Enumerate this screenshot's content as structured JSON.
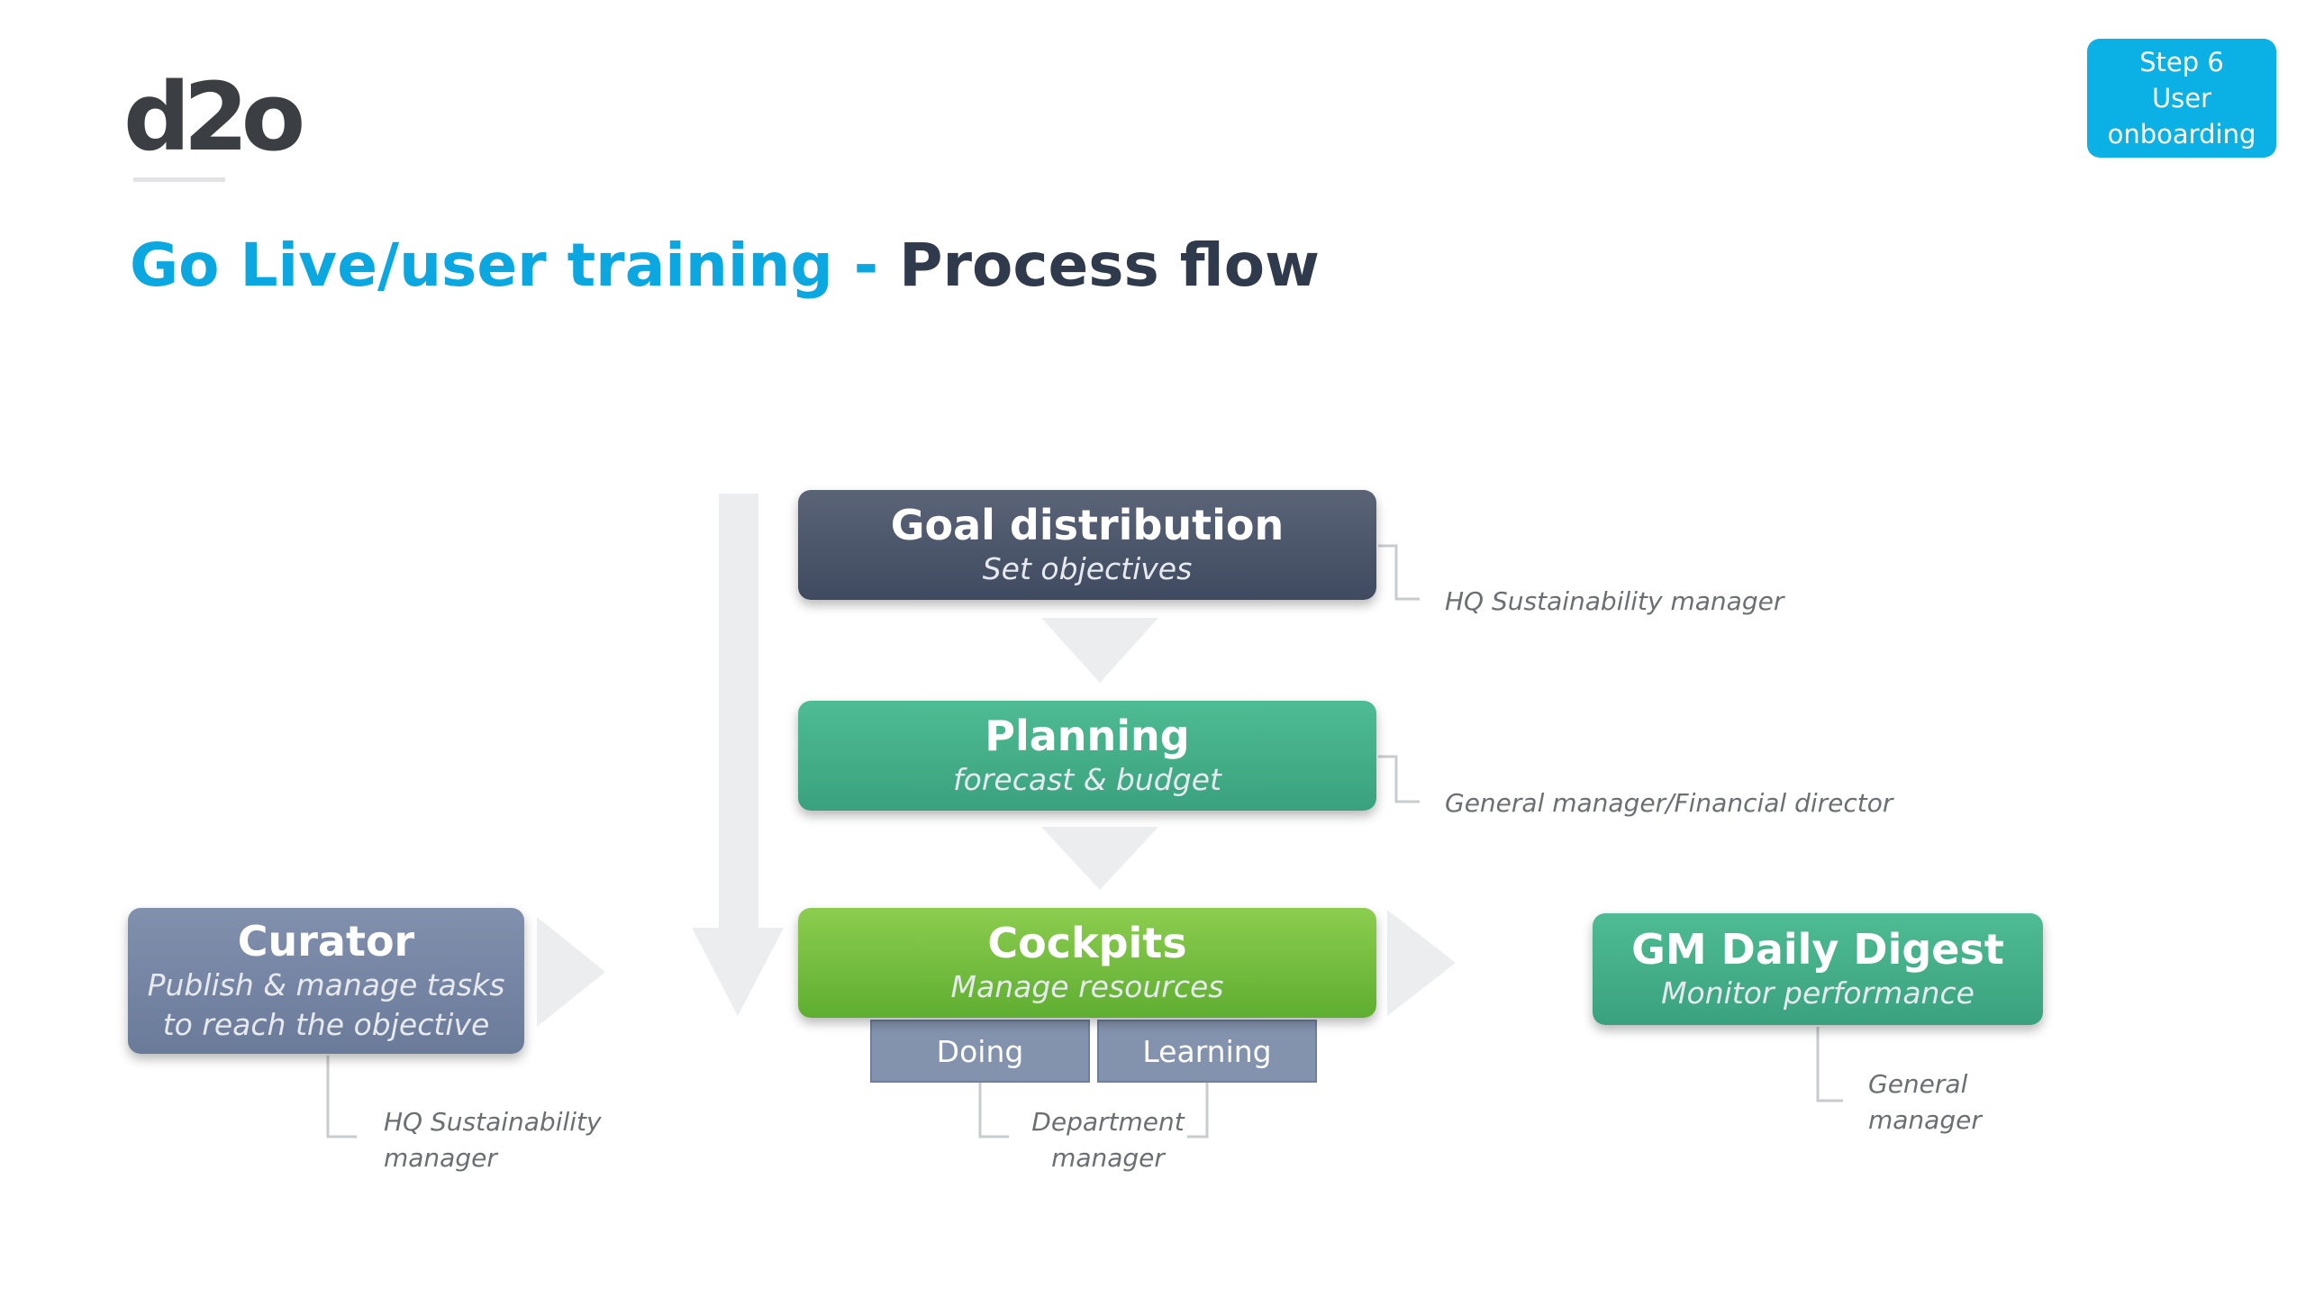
{
  "logo": {
    "text": "d2o"
  },
  "step_badge": {
    "line1": "Step 6",
    "line2": "User",
    "line3": "onboarding"
  },
  "title": {
    "part1": "Go Live/user training",
    "separator": " - ",
    "part2": "Process flow"
  },
  "boxes": {
    "goal": {
      "title": "Goal distribution",
      "subtitle": "Set objectives",
      "role": "HQ Sustainability manager"
    },
    "planning": {
      "title": "Planning",
      "subtitle": "forecast & budget",
      "role": "General manager/Financial director"
    },
    "cockpits": {
      "title": "Cockpits",
      "subtitle": "Manage resources",
      "tab_doing": "Doing",
      "tab_learning": "Learning",
      "role_line1": "Department",
      "role_line2": "manager"
    },
    "curator": {
      "title": "Curator",
      "subtitle_line1": "Publish & manage tasks",
      "subtitle_line2": "to reach the objective",
      "role_line1": "HQ Sustainability",
      "role_line2": "manager"
    },
    "digest": {
      "title": "GM Daily Digest",
      "subtitle": "Monitor performance",
      "role_line1": "General",
      "role_line2": "manager"
    }
  },
  "colors": {
    "accent": "#0aa7e0",
    "title_dark": "#2f3a4d",
    "goal": "#4a5469",
    "planning": "#44ae89",
    "cockpits": "#74bd3e",
    "curator": "#7787a4",
    "arrow": "#ebedef"
  }
}
